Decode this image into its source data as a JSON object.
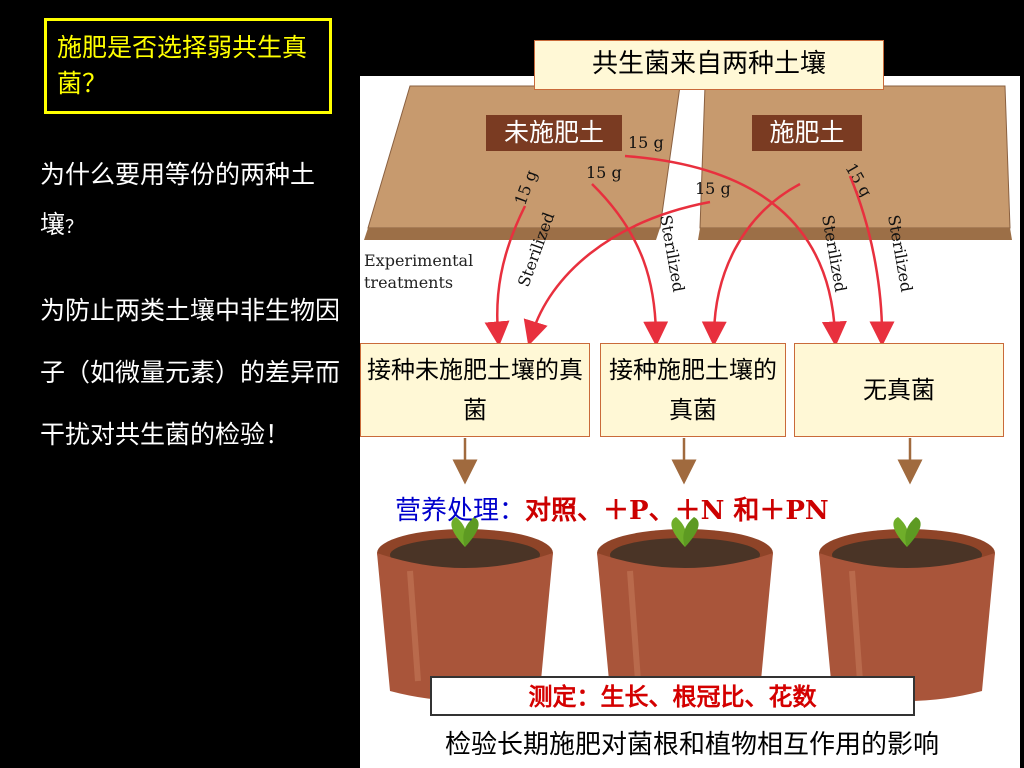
{
  "left": {
    "question_title": "施肥是否选择弱共生真菌？",
    "question2_main": "为什么要用等份的两种土壤",
    "question2_mark": "？",
    "answer": "为防止两类土壤中非生物因子（如微量元素）的差异而干扰对共生菌的检验！"
  },
  "diagram": {
    "top_title": "共生菌来自两种土壤",
    "soil_unfertilized": "未施肥土",
    "soil_fertilized": "施肥土",
    "weights": [
      "15 g",
      "15 g",
      "15 g",
      "15 g",
      "15 g"
    ],
    "sterilized_label": "Sterilized",
    "experimental_treatments": "Experimental\ntreatments",
    "treatments": [
      "接种未施肥土壤的真菌",
      "接种施肥土壤的真菌",
      "无真菌"
    ],
    "nutrient_prefix": "营养处理：",
    "nutrient_values": "对照、＋P、＋N 和＋PN",
    "measure": "测定：生长、根冠比、花数",
    "footer": "检验长期施肥对菌根和植物相互作用的影响",
    "colors": {
      "arrow": "#e8303e",
      "soil": "#c79a6e",
      "pot": "#a9553a",
      "leaf": "#6fae2a",
      "question": "#ffff00"
    }
  }
}
